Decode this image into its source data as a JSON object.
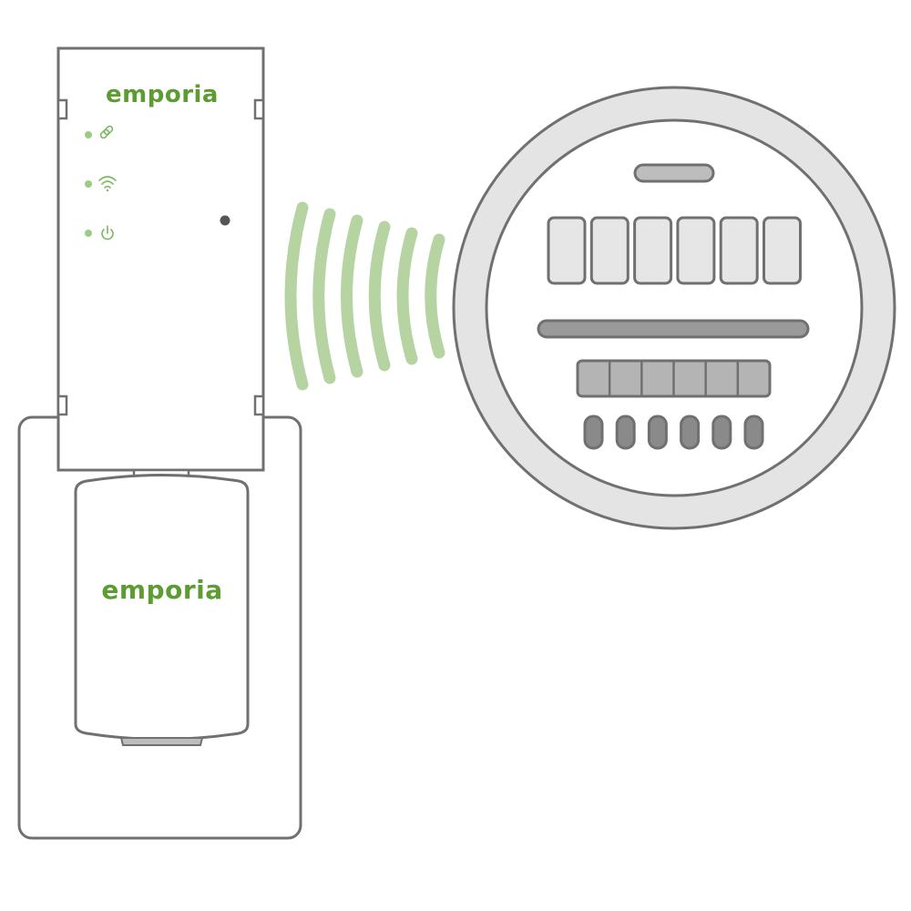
{
  "brand": {
    "hub_logo": "emporia",
    "module_logo": "emporia",
    "brand_green": "#5d9c32",
    "led_green": "#9ccc83",
    "signal_green": "#b5d4a2"
  },
  "hub": {
    "status_icons": [
      "link-icon",
      "wifi-icon",
      "power-icon"
    ]
  },
  "meter": {
    "dial_count": 6,
    "register_count": 6,
    "contact_count": 6
  },
  "signal": {
    "wave_count": 6
  },
  "colors": {
    "outline": "#707070",
    "meter_ring": "#e4e4e4",
    "meter_face": "#ffffff",
    "dial_fill": "#e6e6e6",
    "register_fill": "#b4b4b4",
    "contact_fill": "#8a8a8a"
  }
}
